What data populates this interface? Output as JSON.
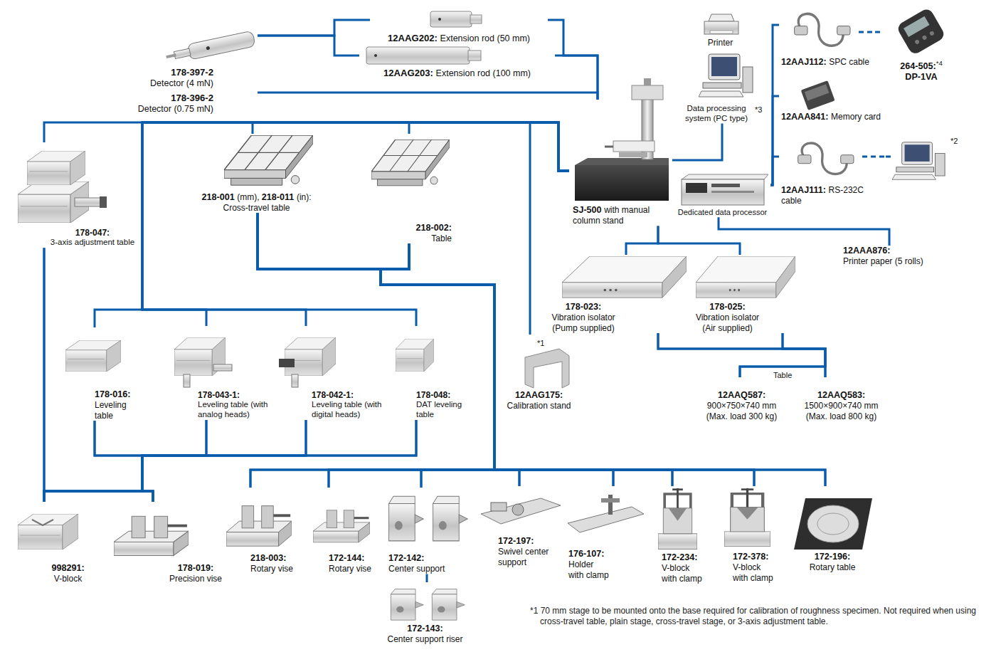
{
  "diagram": {
    "nodes": [
      {
        "text": [
          "178-397-2",
          "Detector (4 mN)",
          "178-396-2",
          "Detector (0.75 mN)"
        ]
      },
      {
        "text": [
          "12AAG202:",
          "Extension rod (50 mm)"
        ]
      },
      {
        "text": [
          "12AAG203:",
          "Extension rod (100 mm)"
        ]
      },
      {
        "text": [
          "SJ-500",
          "with manual column stand"
        ]
      },
      {
        "text": [
          "Printer"
        ]
      },
      {
        "text": [
          "Data processing system (PC type)",
          "*3"
        ]
      },
      {
        "text": [
          "Dedicated data processor"
        ]
      },
      {
        "text": [
          "12AAJ112:",
          "SPC cable"
        ]
      },
      {
        "text": [
          "264-505:",
          "*4",
          "DP-1VA"
        ]
      },
      {
        "text": [
          "12AAA841:",
          "Memory card"
        ]
      },
      {
        "text": [
          "12AAJ111:",
          "RS-232C cable"
        ]
      },
      {
        "text": [
          "*2"
        ]
      },
      {
        "text": [
          "12AAA876:",
          "Printer paper (5 rolls)"
        ]
      },
      {
        "text": [
          "178-023:",
          "Vibration isolator (Pump supplied)"
        ]
      },
      {
        "text": [
          "178-025:",
          "Vibration isolator (Air supplied)"
        ]
      },
      {
        "text": [
          "12AAQ587:",
          "900×750×740 mm (Max. load 300 kg)"
        ]
      },
      {
        "text": [
          "12AAQ583:",
          "1500×900×740 mm (Max. load 800 kg)"
        ]
      },
      {
        "text": [
          "178-047:",
          "3-axis adjustment table"
        ]
      },
      {
        "text": [
          "218-001",
          "(mm),",
          "218-011",
          "(in):",
          "Cross-travel table"
        ]
      },
      {
        "text": [
          "218-002:",
          "Table"
        ]
      },
      {
        "text": [
          "*1",
          "12AAG175:",
          "Calibration stand"
        ]
      },
      {
        "text": [
          "178-016:",
          "Leveling table"
        ]
      },
      {
        "text": [
          "178-043-1:",
          "Leveling table (with analog heads)"
        ]
      },
      {
        "text": [
          "178-042-1:",
          "Leveling table (with digital heads)"
        ]
      },
      {
        "text": [
          "178-048:",
          "DAT leveling table"
        ]
      },
      {
        "text": [
          "998291:",
          "V-block"
        ]
      },
      {
        "text": [
          "178-019:",
          "Precision vise"
        ]
      },
      {
        "text": [
          "218-003:",
          "Rotary vise"
        ]
      },
      {
        "text": [
          "172-144:",
          "Rotary vise"
        ]
      },
      {
        "text": [
          "172-142:",
          "Center support"
        ]
      },
      {
        "text": [
          "172-143:",
          "Center support riser"
        ]
      },
      {
        "text": [
          "172-197:",
          "Swivel center support"
        ]
      },
      {
        "text": [
          "176-107:",
          "Holder with clamp"
        ]
      },
      {
        "text": [
          "172-234:",
          "V-block with clamp"
        ]
      },
      {
        "text": [
          "172-378:",
          "V-block with clamp"
        ]
      },
      {
        "text": [
          "172-196:",
          "Rotary table"
        ]
      }
    ],
    "edges": [
      {
        "from": 0,
        "to": 1,
        "arrow": "none"
      },
      {
        "from": 0,
        "to": 2,
        "arrow": "none"
      },
      {
        "from": 1,
        "to": 3,
        "arrow": "none"
      },
      {
        "from": 2,
        "to": 3,
        "arrow": "none"
      },
      {
        "from": 0,
        "to": 3,
        "arrow": "none"
      },
      {
        "from": 3,
        "to": 5,
        "arrow": "none"
      },
      {
        "from": 6,
        "to": 7,
        "arrow": "none"
      },
      {
        "from": 7,
        "to": 8,
        "arrow": "none"
      },
      {
        "from": 6,
        "to": 9,
        "arrow": "none"
      },
      {
        "from": 6,
        "to": 10,
        "arrow": "none"
      },
      {
        "from": 10,
        "to": 11,
        "arrow": "none"
      },
      {
        "from": 6,
        "to": 12,
        "arrow": "none"
      },
      {
        "from": 3,
        "to": 13,
        "arrow": "none"
      },
      {
        "from": 3,
        "to": 14,
        "arrow": "none"
      },
      {
        "from": 13,
        "to": 15,
        "arrow": "none"
      },
      {
        "from": 13,
        "to": 16,
        "arrow": "none"
      },
      {
        "from": 14,
        "to": 15,
        "arrow": "none"
      },
      {
        "from": 14,
        "to": 16,
        "arrow": "none"
      },
      {
        "from": 3,
        "to": 17,
        "arrow": "none"
      },
      {
        "from": 3,
        "to": 18,
        "arrow": "none"
      },
      {
        "from": 3,
        "to": 19,
        "arrow": "none"
      },
      {
        "from": 3,
        "to": 20,
        "arrow": "none"
      },
      {
        "from": 3,
        "to": 21,
        "arrow": "none"
      },
      {
        "from": 3,
        "to": 22,
        "arrow": "none"
      },
      {
        "from": 3,
        "to": 23,
        "arrow": "none"
      },
      {
        "from": 3,
        "to": 24,
        "arrow": "none"
      },
      {
        "from": 17,
        "to": 25,
        "arrow": "none"
      },
      {
        "from": 17,
        "to": 26,
        "arrow": "none"
      },
      {
        "from": 21,
        "to": 25,
        "arrow": "none"
      },
      {
        "from": 21,
        "to": 26,
        "arrow": "none"
      },
      {
        "from": 22,
        "to": 25,
        "arrow": "none"
      },
      {
        "from": 22,
        "to": 26,
        "arrow": "none"
      },
      {
        "from": 23,
        "to": 25,
        "arrow": "none"
      },
      {
        "from": 23,
        "to": 26,
        "arrow": "none"
      },
      {
        "from": 24,
        "to": 25,
        "arrow": "none"
      },
      {
        "from": 24,
        "to": 26,
        "arrow": "none"
      },
      {
        "from": 18,
        "to": 27,
        "arrow": "none"
      },
      {
        "from": 18,
        "to": 28,
        "arrow": "none"
      },
      {
        "from": 18,
        "to": 29,
        "arrow": "none"
      },
      {
        "from": 18,
        "to": 31,
        "arrow": "none"
      },
      {
        "from": 18,
        "to": 32,
        "arrow": "none"
      },
      {
        "from": 18,
        "to": 33,
        "arrow": "none"
      },
      {
        "from": 18,
        "to": 34,
        "arrow": "none"
      },
      {
        "from": 18,
        "to": 35,
        "arrow": "none"
      },
      {
        "from": 19,
        "to": 27,
        "arrow": "none"
      },
      {
        "from": 19,
        "to": 28,
        "arrow": "none"
      },
      {
        "from": 19,
        "to": 29,
        "arrow": "none"
      },
      {
        "from": 19,
        "to": 31,
        "arrow": "none"
      },
      {
        "from": 19,
        "to": 32,
        "arrow": "none"
      },
      {
        "from": 19,
        "to": 33,
        "arrow": "none"
      },
      {
        "from": 19,
        "to": 34,
        "arrow": "none"
      },
      {
        "from": 19,
        "to": 35,
        "arrow": "none"
      },
      {
        "from": 29,
        "to": 30,
        "arrow": "none"
      }
    ],
    "labels": [
      "Table",
      "*1 70 mm stage to be mounted onto the base required for calibration of roughness specimen. Not required when using cross-travel table, plain stage, cross-travel stage, or 3-axis adjustment table."
    ]
  }
}
